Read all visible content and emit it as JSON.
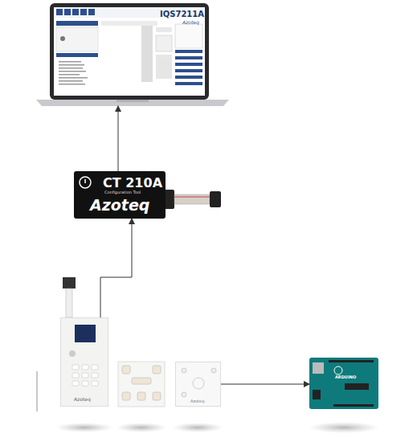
{
  "diagram": {
    "nodes": [
      {
        "text": [
          "IQS7211A",
          "Azoteq"
        ]
      },
      {
        "text": [
          "CT 210A",
          "Configuration Tool",
          "Azoteq"
        ]
      },
      {
        "text": [
          "Azoteq"
        ]
      },
      {
        "text": [
          "Azoteq"
        ]
      },
      {
        "text": [
          "ARDUINO"
        ]
      }
    ],
    "edges": [
      {
        "from": 1,
        "to": 0,
        "arrow": "to"
      },
      {
        "from": 2,
        "to": 1,
        "arrow": "to"
      },
      {
        "from": 3,
        "to": 4,
        "arrow": "to"
      }
    ]
  }
}
